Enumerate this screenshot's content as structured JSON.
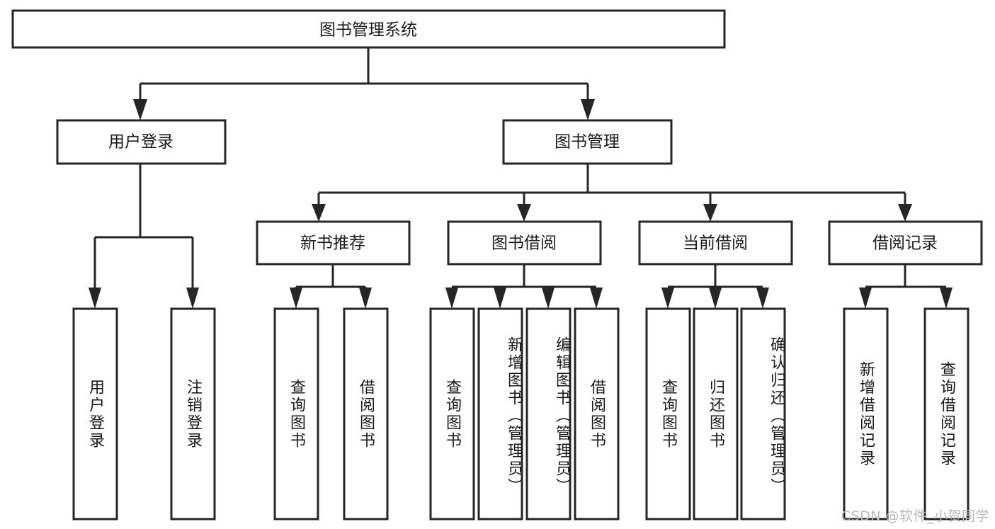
{
  "diagram": {
    "type": "tree-hierarchy-chart",
    "title": "图书管理系统",
    "colors": {
      "stroke": "#262626",
      "box_fill": "#ffffff",
      "text": "#1a1a1a",
      "background": "#ffffff",
      "watermark": "#b9b9b9"
    },
    "levels": {
      "root": {
        "label": "图书管理系统"
      },
      "level2": [
        {
          "id": "user-login",
          "label": "用户登录"
        },
        {
          "id": "book-management",
          "label": "图书管理"
        }
      ],
      "level3": [
        {
          "id": "new-book-recommend",
          "label": "新书推荐"
        },
        {
          "id": "book-borrow",
          "label": "图书借阅"
        },
        {
          "id": "current-borrow",
          "label": "当前借阅"
        },
        {
          "id": "borrow-record",
          "label": "借阅记录"
        }
      ],
      "leaves": {
        "user-login": [
          {
            "id": "leaf-user-login",
            "label": "用户登录"
          },
          {
            "id": "leaf-user-logout",
            "label": "注销登录"
          }
        ],
        "new-book-recommend": [
          {
            "id": "leaf-query-book-1",
            "label": "查询图书"
          },
          {
            "id": "leaf-borrow-book-1",
            "label": "借阅图书"
          }
        ],
        "book-borrow": [
          {
            "id": "leaf-query-book-2",
            "label": "查询图书"
          },
          {
            "id": "leaf-add-book",
            "label": "新增图书（管理员）"
          },
          {
            "id": "leaf-edit-book",
            "label": "编辑图书（管理员）"
          },
          {
            "id": "leaf-borrow-book-2",
            "label": "借阅图书"
          }
        ],
        "current-borrow": [
          {
            "id": "leaf-query-book-3",
            "label": "查询图书"
          },
          {
            "id": "leaf-return-book",
            "label": "归还图书"
          },
          {
            "id": "leaf-confirm-return",
            "label": "确认归还（管理员）"
          }
        ],
        "borrow-record": [
          {
            "id": "leaf-add-record",
            "label": "新增借阅记录"
          },
          {
            "id": "leaf-query-record",
            "label": "查询借阅记录"
          }
        ]
      }
    },
    "watermark": "CSDN @软件_小贺同学"
  }
}
